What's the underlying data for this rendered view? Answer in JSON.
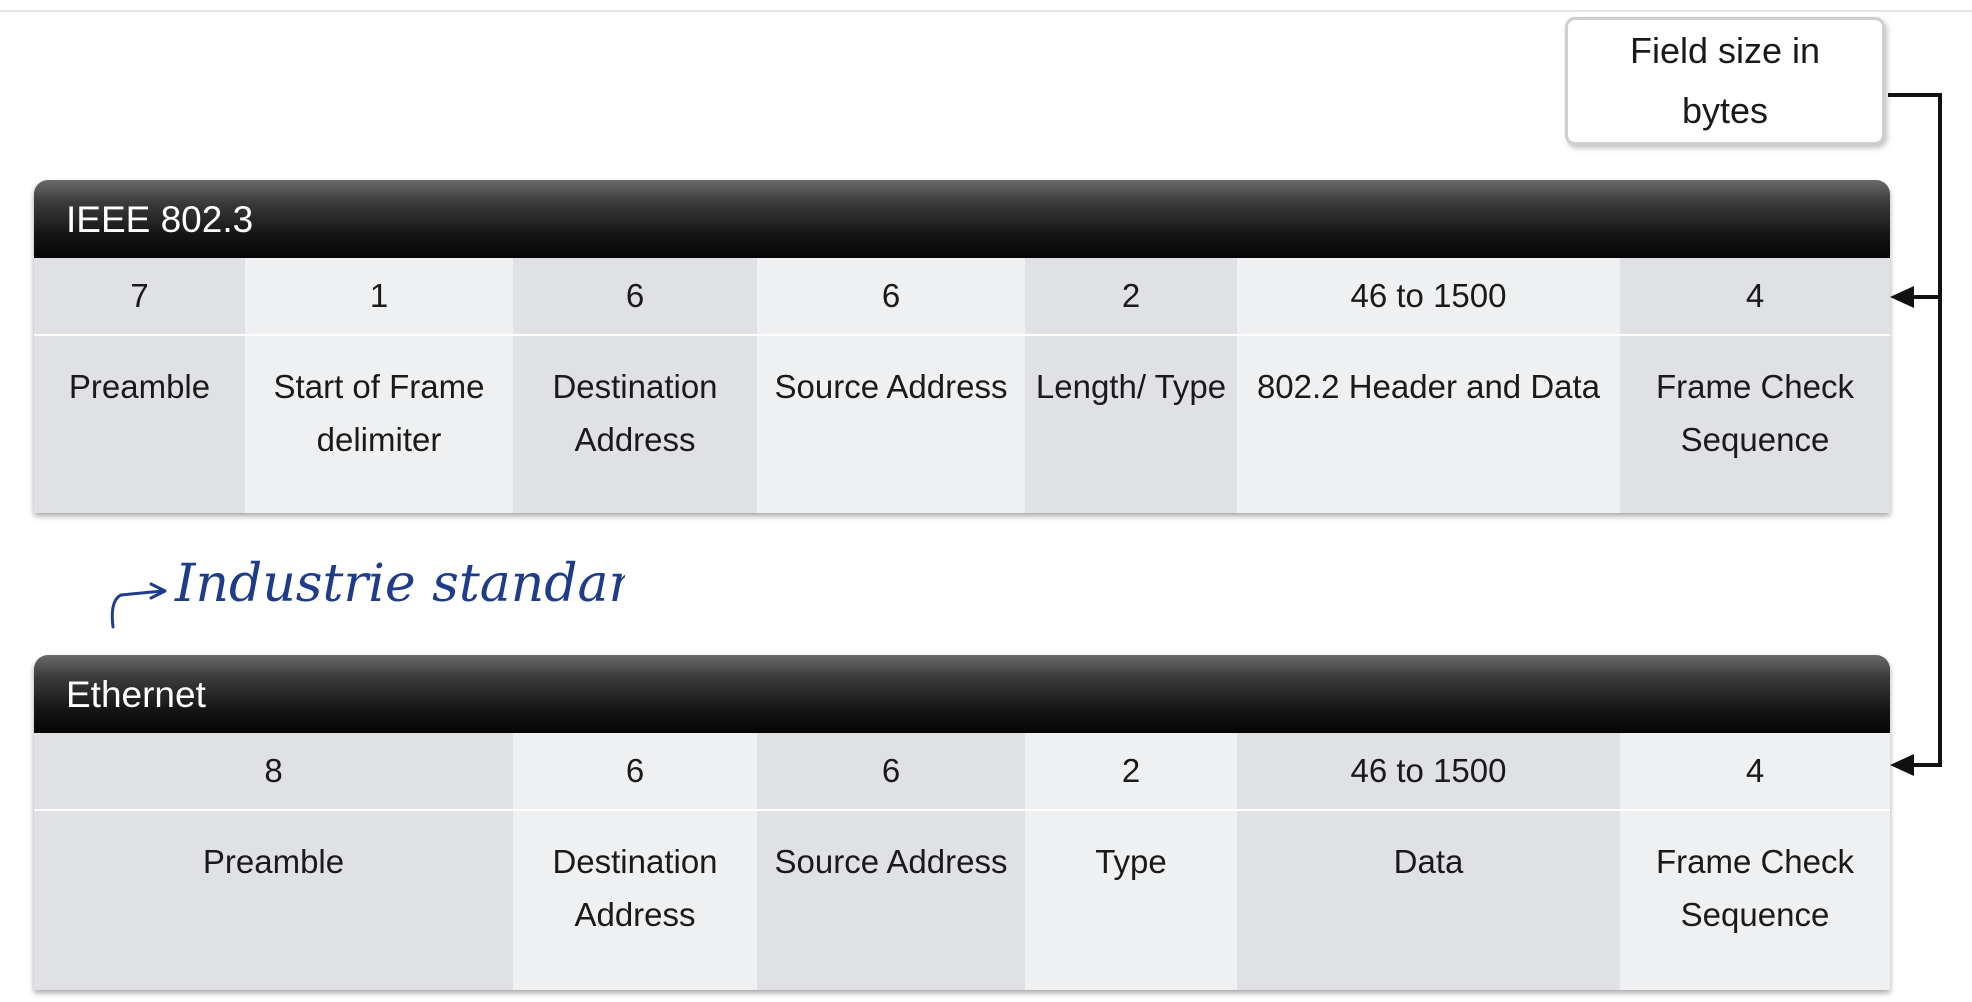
{
  "legend": {
    "label": "Field size in bytes"
  },
  "frames": {
    "ieee": {
      "title": "IEEE 802.3",
      "fields": [
        {
          "size": "7",
          "name": "Preamble"
        },
        {
          "size": "1",
          "name": "Start of Frame delimiter"
        },
        {
          "size": "6",
          "name": "Destination Address"
        },
        {
          "size": "6",
          "name": "Source Address"
        },
        {
          "size": "2",
          "name": "Length/ Type"
        },
        {
          "size": "46 to 1500",
          "name": "802.2 Header and Data"
        },
        {
          "size": "4",
          "name": "Frame Check Sequence"
        }
      ]
    },
    "ethernet": {
      "title": "Ethernet",
      "fields": [
        {
          "size": "8",
          "name": "Preamble"
        },
        {
          "size": "6",
          "name": "Destination Address"
        },
        {
          "size": "6",
          "name": "Source Address"
        },
        {
          "size": "2",
          "name": "Type"
        },
        {
          "size": "46 to 1500",
          "name": "Data"
        },
        {
          "size": "4",
          "name": "Frame Check Sequence"
        }
      ]
    }
  },
  "annotation": {
    "handwritten_text": "Industrie standard"
  },
  "colors": {
    "header_dark": "#0a0a0a",
    "cell_shade_a": "#dfe1e4",
    "cell_shade_b": "#eff0f1",
    "ink_blue": "#1f3c8a",
    "connector": "#111111"
  }
}
